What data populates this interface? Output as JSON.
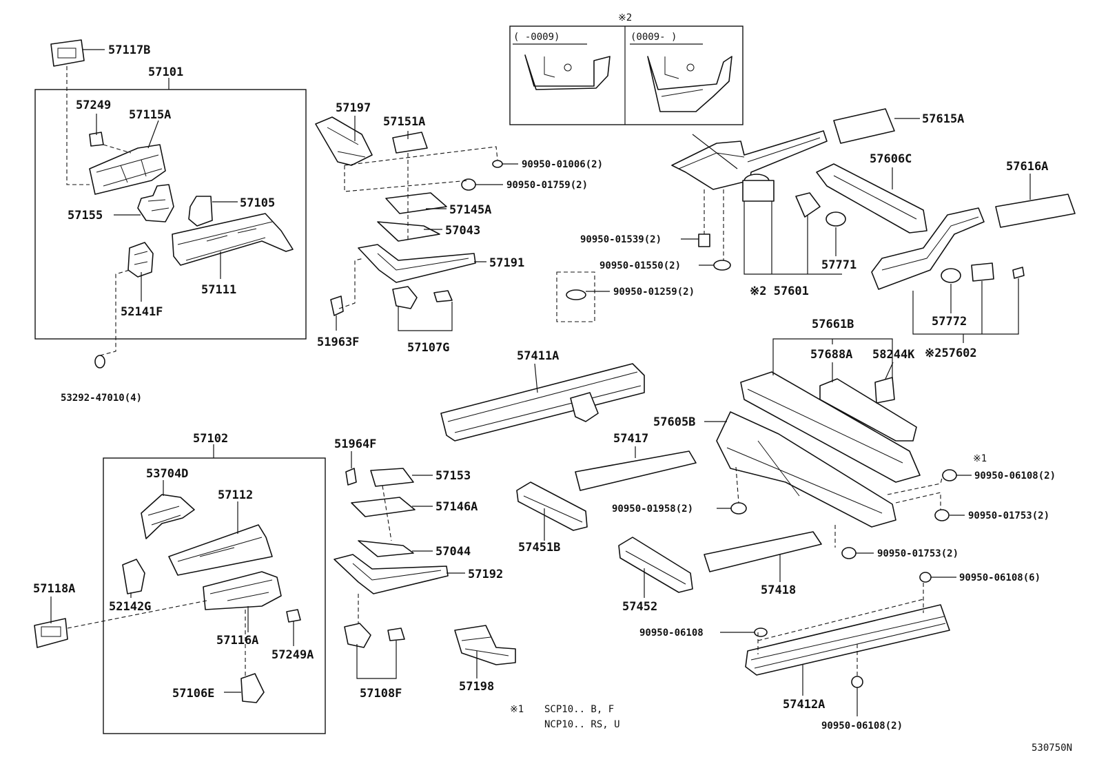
{
  "labels": {
    "p57117B": "57117B",
    "p57101": "57101",
    "p57249": "57249",
    "p57115A": "57115A",
    "p57155": "57155",
    "p57105": "57105",
    "p57111": "57111",
    "p52141F": "52141F",
    "p53292": "53292-47010(4)",
    "p57197": "57197",
    "p57151A": "57151A",
    "p90950_01006": "90950-01006(2)",
    "p90950_01759": "90950-01759(2)",
    "p57145A": "57145A",
    "p57043": "57043",
    "p57191": "57191",
    "p51963F": "51963F",
    "p57107G": "57107G",
    "p57615A": "57615A",
    "p57606C": "57606C",
    "p57616A": "57616A",
    "p90950_01539": "90950-01539(2)",
    "p90950_01550": "90950-01550(2)",
    "p90950_01259": "90950-01259(2)",
    "p57771": "57771",
    "p57601": "※2 57601",
    "p57772": "57772",
    "p57602": "※257602",
    "p57661B": "57661B",
    "p57688A": "57688A",
    "p58244K": "58244K",
    "p57411A": "57411A",
    "p57605B": "57605B",
    "p57417": "57417",
    "p51964F": "51964F",
    "p57153": "57153",
    "p57146A": "57146A",
    "p57044": "57044",
    "p57192": "57192",
    "p57108F": "57108F",
    "p57198": "57198",
    "p57451B": "57451B",
    "p57452": "57452",
    "p90950_01958": "90950-01958(2)",
    "p57418": "57418",
    "p90950_01753a": "90950-01753(2)",
    "p90950_01753b": "90950-01753(2)",
    "p90950_06108a": "90950-06108(2)",
    "p90950_06108b": "90950-06108(6)",
    "p90950_06108c": "90950-06108",
    "p90950_06108d": "90950-06108(2)",
    "p57412A": "57412A",
    "p57102": "57102",
    "p53704D": "53704D",
    "p57112": "57112",
    "p57118A": "57118A",
    "p52142G": "52142G",
    "p57116A": "57116A",
    "p57249A": "57249A",
    "p57106E": "57106E"
  },
  "notes": {
    "ref2_mark": "※2",
    "range_before": "(     -0009)",
    "range_after": "(0009-     )",
    "ref1_mark": "※1",
    "footnote_mark": "※1",
    "footnote_line1": "SCP10.. B, F",
    "footnote_line2": "NCP10.. RS, U",
    "illustration_id": "530750N"
  }
}
